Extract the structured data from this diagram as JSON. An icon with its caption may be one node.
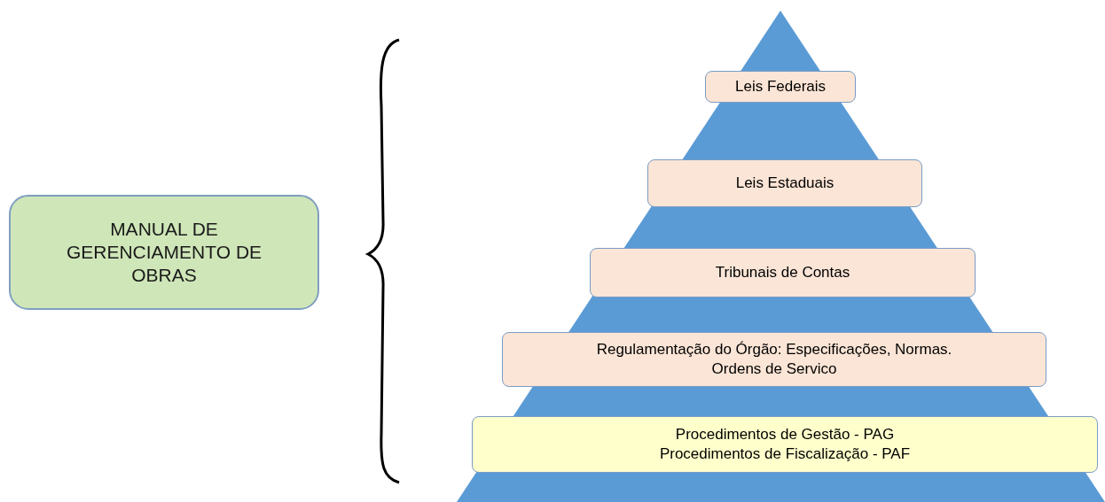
{
  "diagram": {
    "nodes": [
      {
        "text": [
          "MANUAL DE GERENCIAMENTO DE OBRAS"
        ]
      },
      {
        "text": [
          "Leis Federais"
        ]
      },
      {
        "text": [
          "Leis Estaduais"
        ]
      },
      {
        "text": [
          "Tribunais de Contas"
        ]
      },
      {
        "text": [
          "Regulamentação do Órgão: Especificações, Normas. Ordens de Servico"
        ]
      },
      {
        "text": [
          "Procedimentos de Gestão - PAG",
          "Procedimentos de Fiscalização - PAF"
        ]
      }
    ]
  }
}
